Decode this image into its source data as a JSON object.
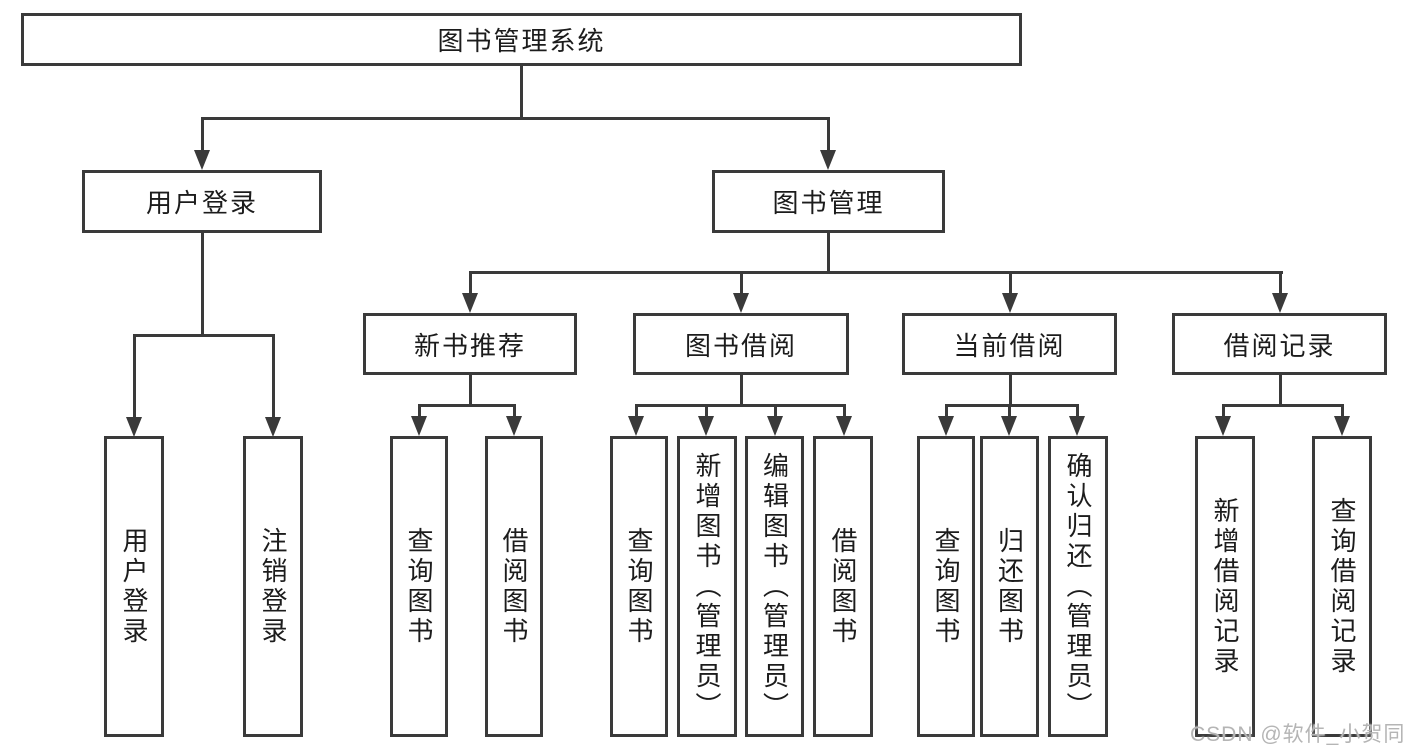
{
  "diagram": {
    "root": {
      "label": "图书管理系统"
    },
    "level2": [
      {
        "label": "用户登录"
      },
      {
        "label": "图书管理"
      }
    ],
    "level3": [
      {
        "label": "新书推荐"
      },
      {
        "label": "图书借阅"
      },
      {
        "label": "当前借阅"
      },
      {
        "label": "借阅记录"
      }
    ],
    "leaves": [
      {
        "label": "用户登录"
      },
      {
        "label": "注销登录"
      },
      {
        "label": "查询图书"
      },
      {
        "label": "借阅图书"
      },
      {
        "label": "查询图书"
      },
      {
        "label": "新增图书（管理员）"
      },
      {
        "label": "编辑图书（管理员）"
      },
      {
        "label": "借阅图书"
      },
      {
        "label": "查询图书"
      },
      {
        "label": "归还图书"
      },
      {
        "label": "确认归还（管理员）"
      },
      {
        "label": "新增借阅记录"
      },
      {
        "label": "查询借阅记录"
      }
    ]
  },
  "watermark": {
    "text": "CSDN @软件_小贺同学"
  },
  "colors": {
    "line": "#3a3a3a",
    "text": "#1c1c1c",
    "background": "#ffffff",
    "watermark": "#b5b5b5"
  }
}
